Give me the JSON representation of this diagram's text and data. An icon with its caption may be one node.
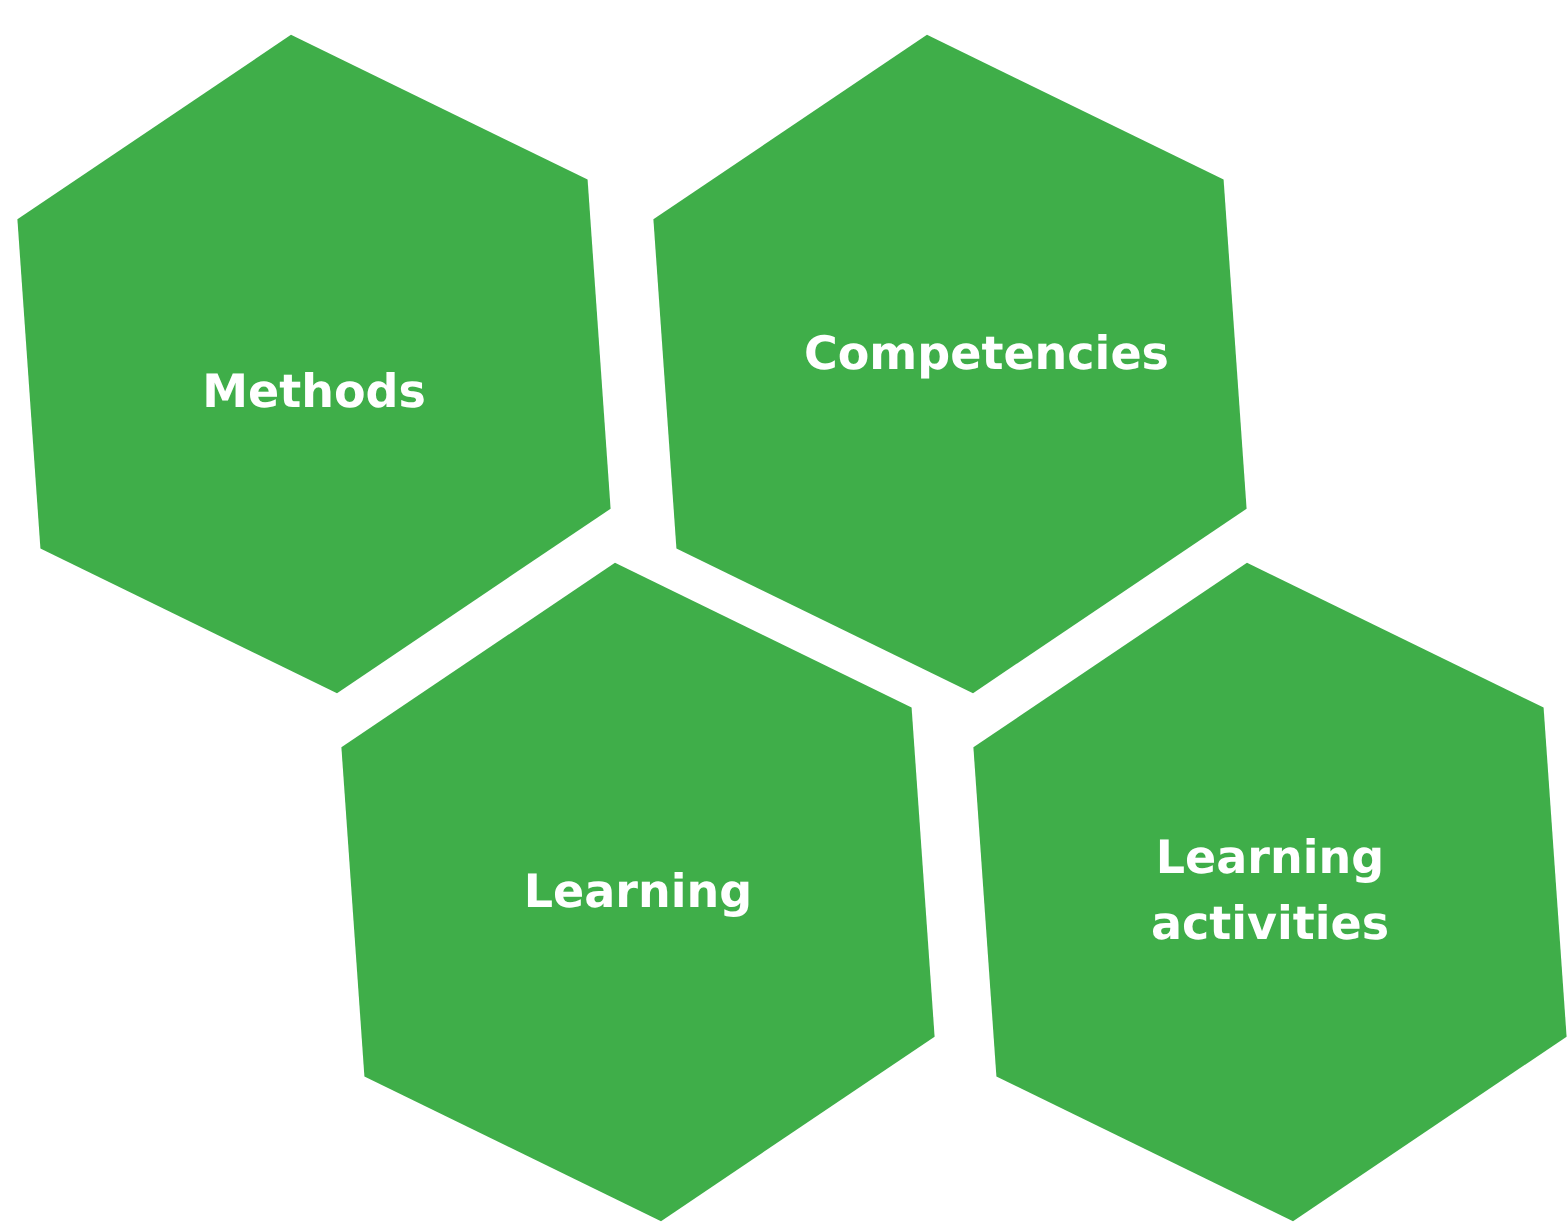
{
  "diagram": {
    "nodes": [
      {
        "text": [
          "Methods"
        ]
      },
      {
        "text": [
          "Competencies"
        ]
      },
      {
        "text": [
          "Learning"
        ]
      },
      {
        "text": [
          "Learning activities"
        ]
      }
    ]
  }
}
